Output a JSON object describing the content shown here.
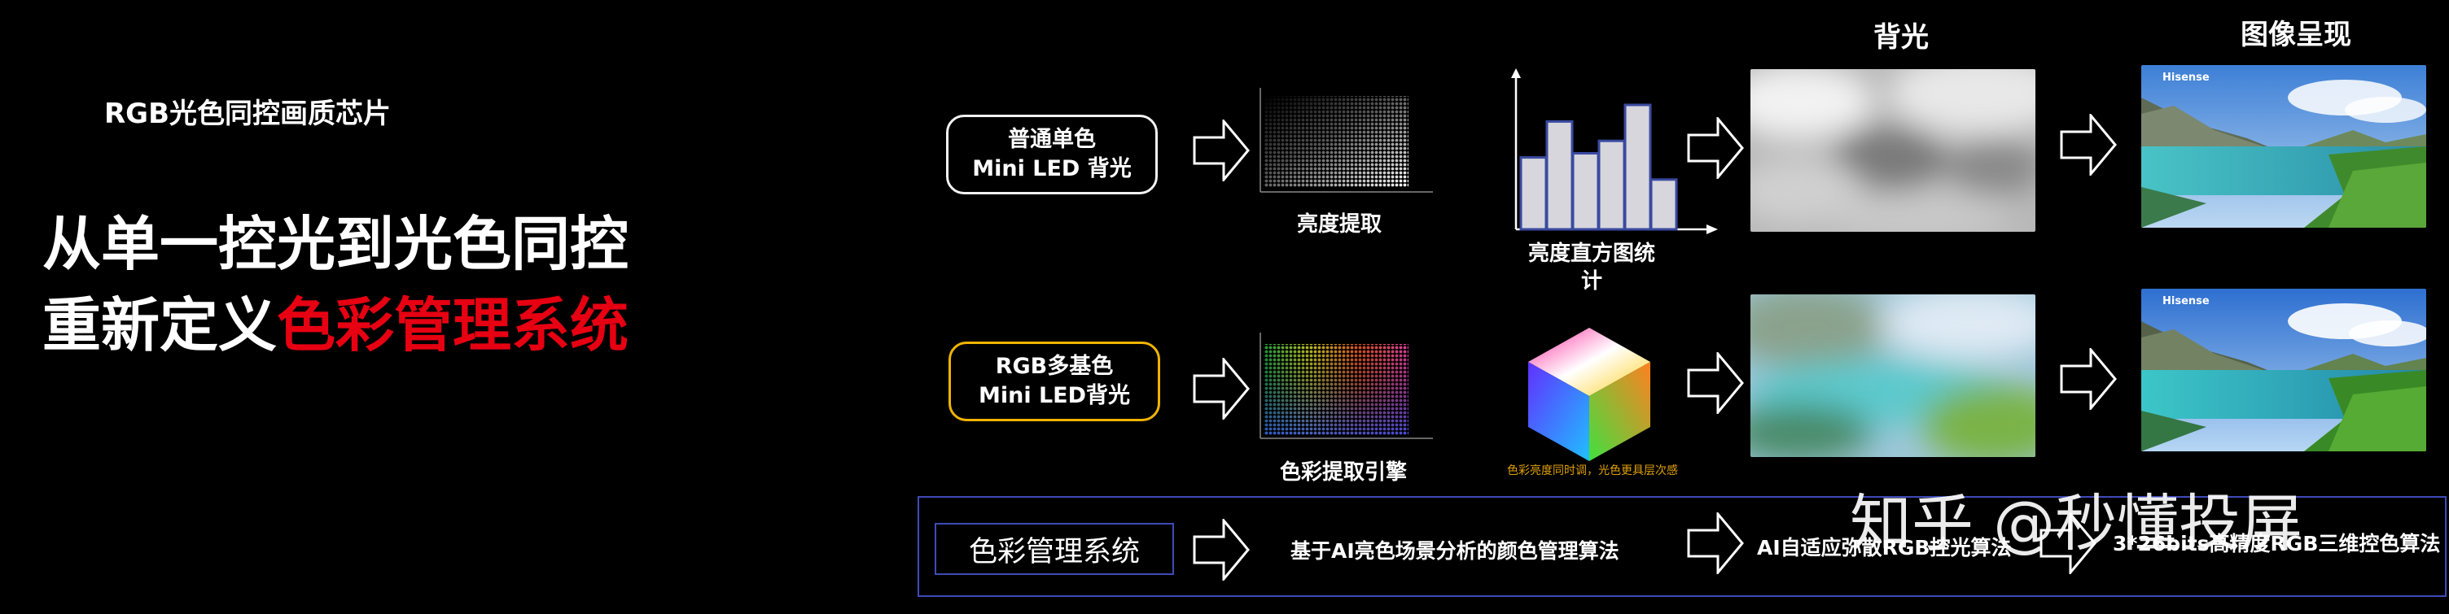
{
  "slide": {
    "subtitle": "RGB光色同控画质芯片",
    "headline_line1": "从单一控光到光色同控",
    "headline_line2_white": "重新定义",
    "headline_line2_red": "色彩管理系统"
  },
  "columns": {
    "backlight_title": "背光",
    "image_title": "图像呈现"
  },
  "row1": {
    "label_line1": "普通单色",
    "label_line2": "Mini  LED  背光",
    "extract_caption": "亮度提取",
    "histogram_caption_line1": "亮度直方图统",
    "histogram_caption_line2": "计",
    "image_brand": "Hisense"
  },
  "row2": {
    "label_line1": "RGB多基色",
    "label_line2": "Mini  LED背光",
    "extract_caption": "色彩提取引擎",
    "cube_caption": "色彩亮度同时调，光色更具层次感",
    "image_brand": "Hisense"
  },
  "system_row": {
    "label": "色彩管理系统",
    "algo1": "基于AI亮色场景分析的颜色管理算法",
    "algo2": "AI自适应弥散RGB控光算法",
    "algo3": "3*26bits高精度RGB三维控色算法"
  },
  "watermark": "知乎 @秒懂投屏",
  "histogram": {
    "values": [
      0.52,
      0.78,
      0.55,
      0.64,
      0.9,
      0.36
    ]
  },
  "colors": {
    "accent_red": "#e60012",
    "border_gold": "#f0b400",
    "border_blue": "#3f4bb8",
    "bar_fill": "#d6d6dc",
    "bar_stroke": "#3a4aa0"
  }
}
